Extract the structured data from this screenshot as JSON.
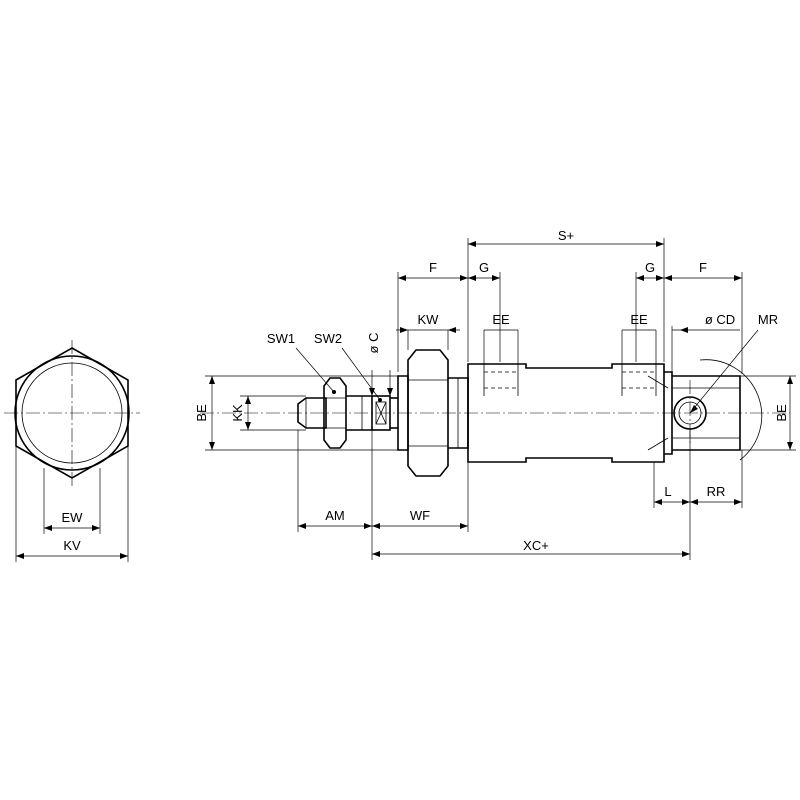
{
  "labels": {
    "s_plus": "S+",
    "f_left": "F",
    "g_left": "G",
    "g_right": "G",
    "f_right": "F",
    "kw": "KW",
    "ee_left": "EE",
    "ee_right": "EE",
    "cd": "ø CD",
    "mr": "MR",
    "sw1": "SW1",
    "sw2": "SW2",
    "c": "ø C",
    "be_left": "BE",
    "be_right": "BE",
    "kk": "KK",
    "am": "AM",
    "wf": "WF",
    "xc_plus": "XC+",
    "l": "L",
    "rr": "RR",
    "ew": "EW",
    "kv": "KV"
  }
}
